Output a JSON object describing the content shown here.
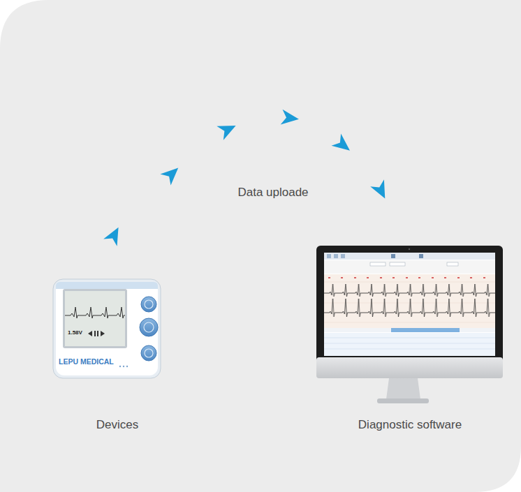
{
  "diagram": {
    "nodes": [
      {
        "text": [
          "Devices"
        ]
      },
      {
        "text": [
          "Diagnostic software"
        ]
      }
    ],
    "edges": [
      {
        "from": 0,
        "to": 1,
        "label": "Data uploade",
        "arrow": "to"
      }
    ],
    "labels": [
      "LEPU MEDICAL",
      "1.58V"
    ]
  }
}
